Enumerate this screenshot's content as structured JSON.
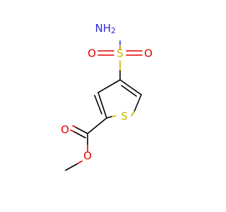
{
  "molecule": {
    "atoms": [
      {
        "id": "N1",
        "label": "NH",
        "subscript": "2",
        "color": "#2b2bd9"
      },
      {
        "id": "S1",
        "label": "S",
        "color": "#c8b400"
      },
      {
        "id": "O1",
        "label": "O",
        "color": "#e60000"
      },
      {
        "id": "O2",
        "label": "O",
        "color": "#e60000"
      },
      {
        "id": "S2",
        "label": "S",
        "color": "#c8b400"
      },
      {
        "id": "O3",
        "label": "O",
        "color": "#e60000"
      },
      {
        "id": "O4",
        "label": "O",
        "color": "#e60000"
      }
    ]
  }
}
